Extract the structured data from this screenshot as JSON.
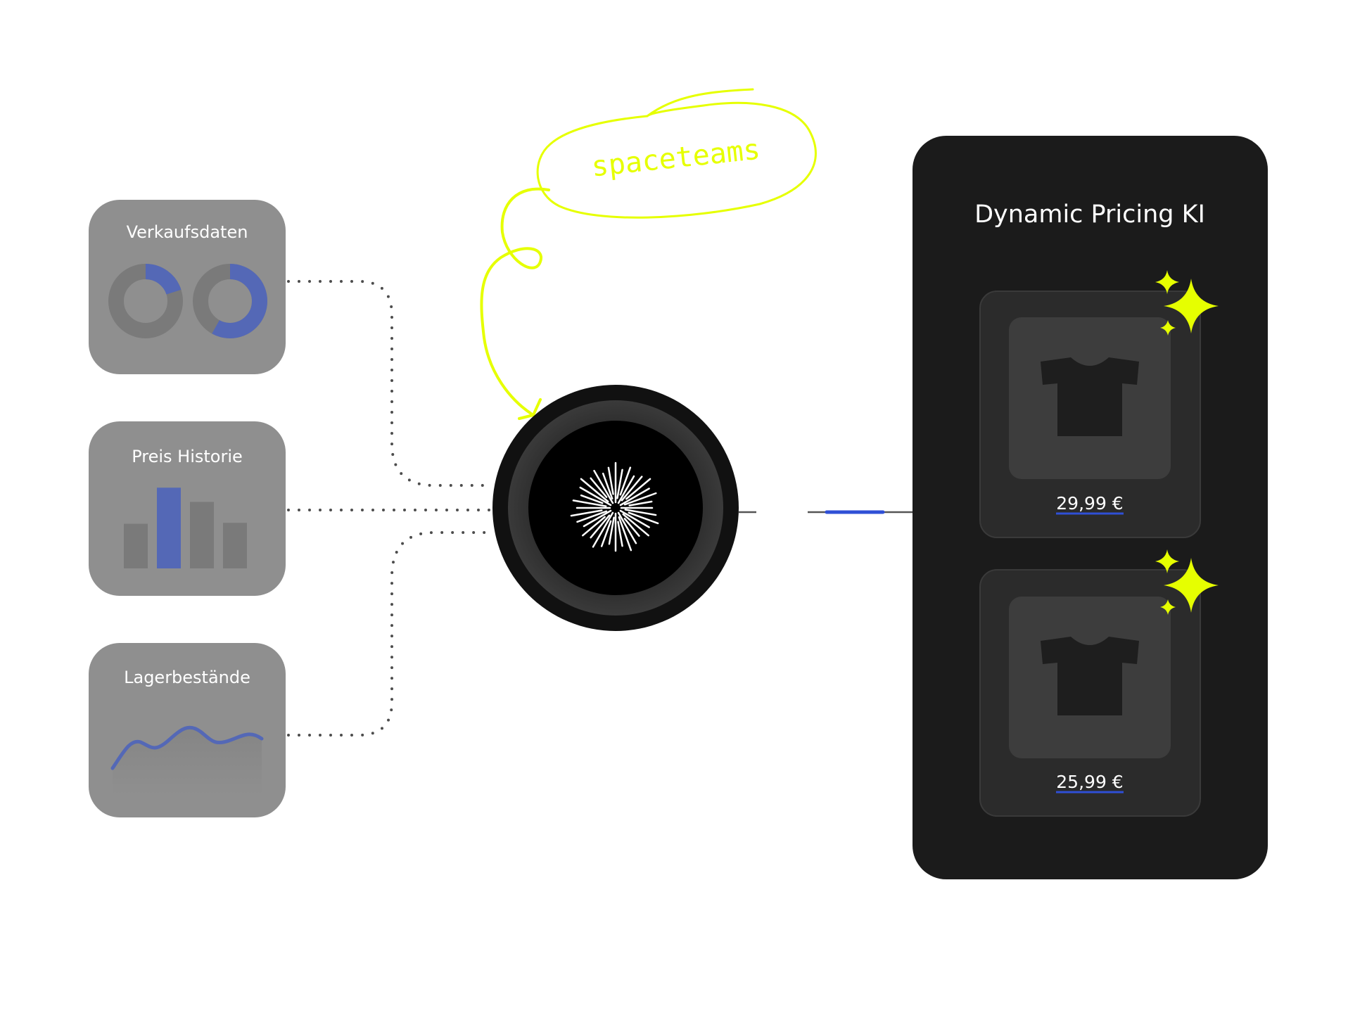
{
  "colors": {
    "background": "#ffffff",
    "source_card": "#8f8f8f",
    "chart_accent": "#5468b6",
    "chart_muted": "#7a7a7a",
    "connector": "#555555",
    "hub_outer": "#111111",
    "panel": "#1b1b1b",
    "product_card": "#2b2b2b",
    "product_image": "#3d3d3d",
    "price_underline": "#2f4fd6",
    "highlight": "#e6ff00"
  },
  "annotation": {
    "label": "spaceteams"
  },
  "sources": [
    {
      "label": "Verkaufsdaten",
      "icon": "donut-chart-icon",
      "donuts": [
        0.2,
        0.58
      ]
    },
    {
      "label": "Preis Historie",
      "icon": "bar-chart-icon",
      "bars": [
        0.47,
        0.85,
        0.7,
        0.48
      ],
      "highlight_index": 1
    },
    {
      "label": "Lagerbestände",
      "icon": "line-chart-icon"
    }
  ],
  "hub": {
    "icon": "burst-logo-icon"
  },
  "output": {
    "title": "Dynamic Pricing KI",
    "products": [
      {
        "price": "29,99 €",
        "icon": "tshirt-icon"
      },
      {
        "price": "25,99 €",
        "icon": "tshirt-icon"
      }
    ]
  }
}
